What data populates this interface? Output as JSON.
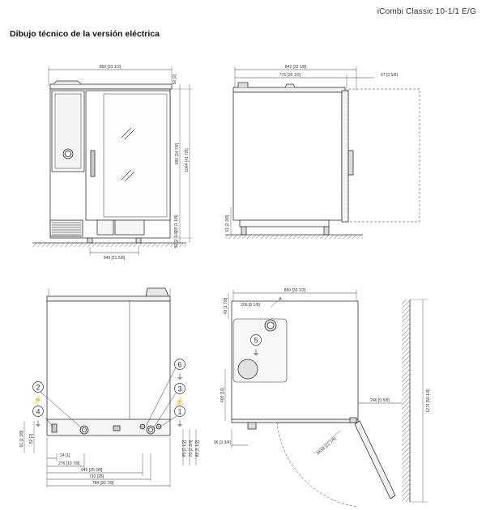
{
  "header": {
    "model": "iCombi Classic 10-1/1 E/G",
    "title": "Dibujo técnico de la versión eléctrica"
  },
  "front_view": {
    "dims": {
      "overall_width": "850 [33 1/2]",
      "top_offset": "50 [2]",
      "height_686": "686 [34 7/8]",
      "height_1064": "1064 [41 7/8]",
      "small_right": "28 [1 1/8]",
      "small_right2": "52 [2 1/4]",
      "foot_span": "549 [21 5/8]"
    }
  },
  "side_view": {
    "dims": {
      "depth_842": "842 [33 1/8]",
      "depth_775": "775 [30 1/2]",
      "door_67": "67 [2 5/8]",
      "leg_61": "61 [2 3/8]"
    }
  },
  "rear_view": {
    "connectors": [
      {
        "number": "2",
        "symbol": "⚡"
      },
      {
        "number": "4",
        "symbol": "⏚"
      },
      {
        "number": "6",
        "symbol": "⏚"
      },
      {
        "number": "3",
        "symbol": "⚡"
      },
      {
        "number": "1",
        "symbol": "⏚"
      }
    ],
    "dims": {
      "d24": "24 [1]",
      "d276": "276 [10 7/8]",
      "d645": "645 [25 3/8]",
      "d710": "710 [28]",
      "d784": "784 [30 7/8]",
      "left_61": "61 [2 3/8]",
      "left_52": "52 [2]",
      "right_65": "65 [2 1/2]",
      "right_70": "70 [2 3/4]",
      "right_88": "88 [3 1/2]"
    }
  },
  "plan_view": {
    "connector": {
      "number": "5",
      "symbol": "⏚"
    },
    "marker": "A",
    "dims": {
      "width_850": "850 [33 1/2]",
      "d206": "206 [8 1/8]",
      "d49": "49 [1 7/8]",
      "d400": "400 [16]",
      "d96": "96 [3 3/4]",
      "d246": "246 [9 5/8]",
      "d1274": "1274 [50 1/8]",
      "door_radius": "R558 [22 1/8]"
    }
  }
}
